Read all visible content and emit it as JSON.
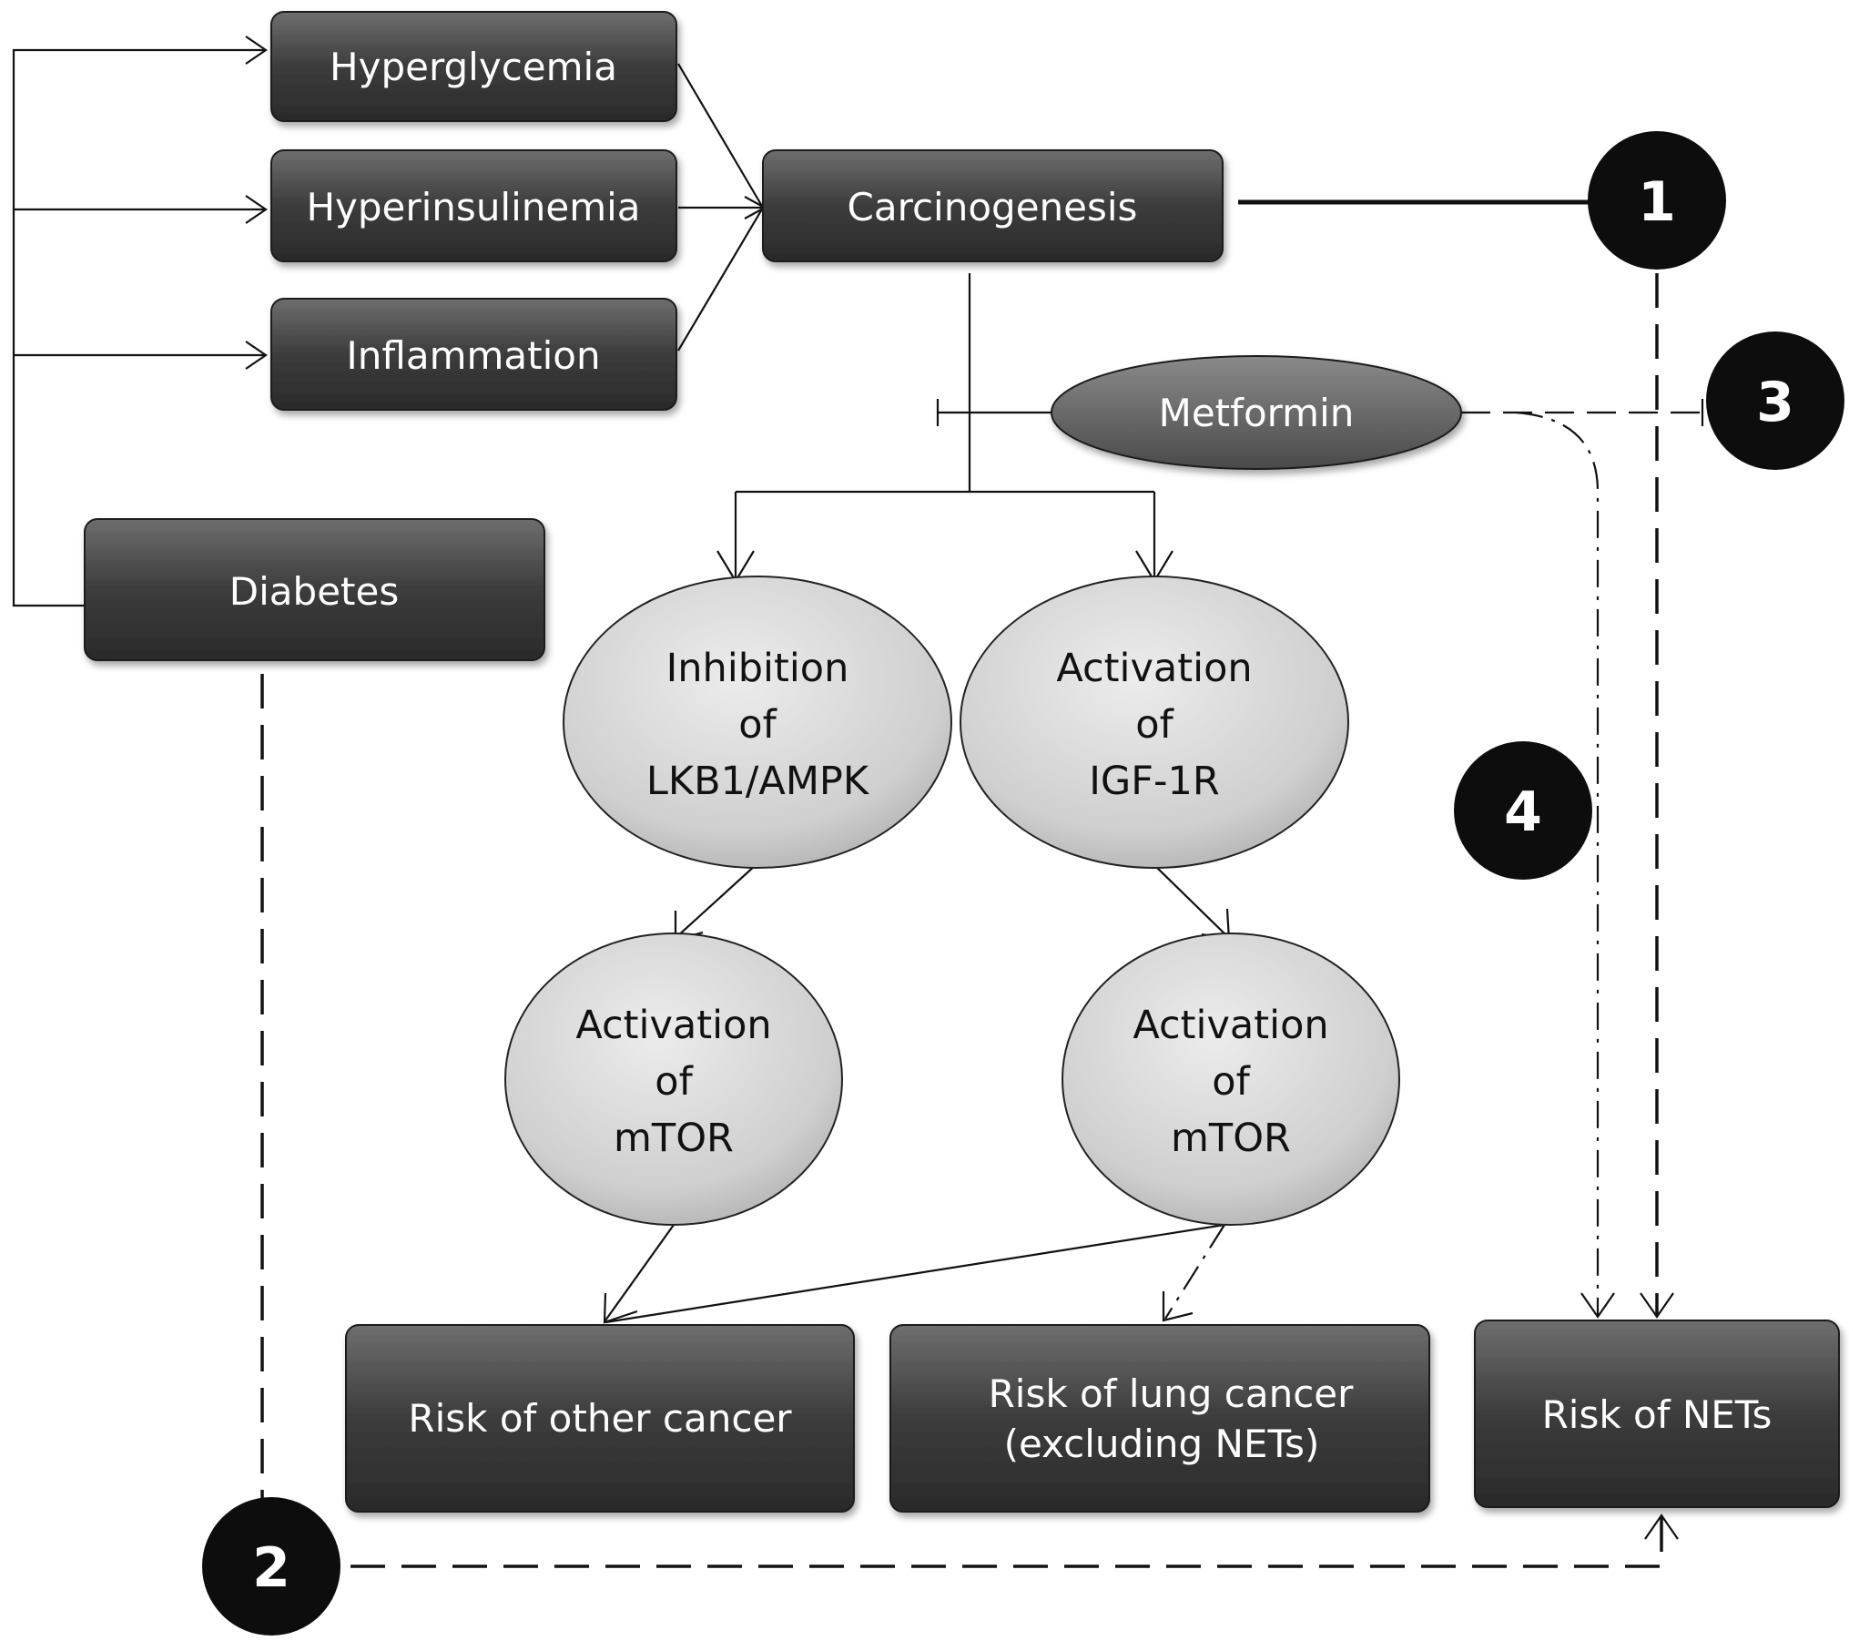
{
  "nodes": {
    "hyperglycemia": "Hyperglycemia",
    "hyperinsulinemia": "Hyperinsulinemia",
    "inflammation": "Inflammation",
    "diabetes": "Diabetes",
    "carcinogenesis": "Carcinogenesis",
    "metformin": "Metformin",
    "lkb1": [
      "Inhibition",
      "of",
      "LKB1/AMPK"
    ],
    "igf1r": [
      "Activation",
      "of",
      "IGF-1R"
    ],
    "mtor_left": [
      "Activation",
      "of",
      "mTOR"
    ],
    "mtor_right": [
      "Activation",
      "of",
      "mTOR"
    ],
    "other_cancer": "Risk of other cancer",
    "lung_cancer": [
      "Risk of lung cancer",
      "(excluding NETs)"
    ],
    "nets": "Risk of NETs"
  },
  "badges": [
    "1",
    "2",
    "3",
    "4"
  ],
  "colors": {
    "box_dark": "#3a3a3a",
    "box_light": "#6a6a6a",
    "oval_light": "#e0e0e0",
    "oval_dark": "#b8b8b8",
    "badge": "#0d0d0d"
  }
}
